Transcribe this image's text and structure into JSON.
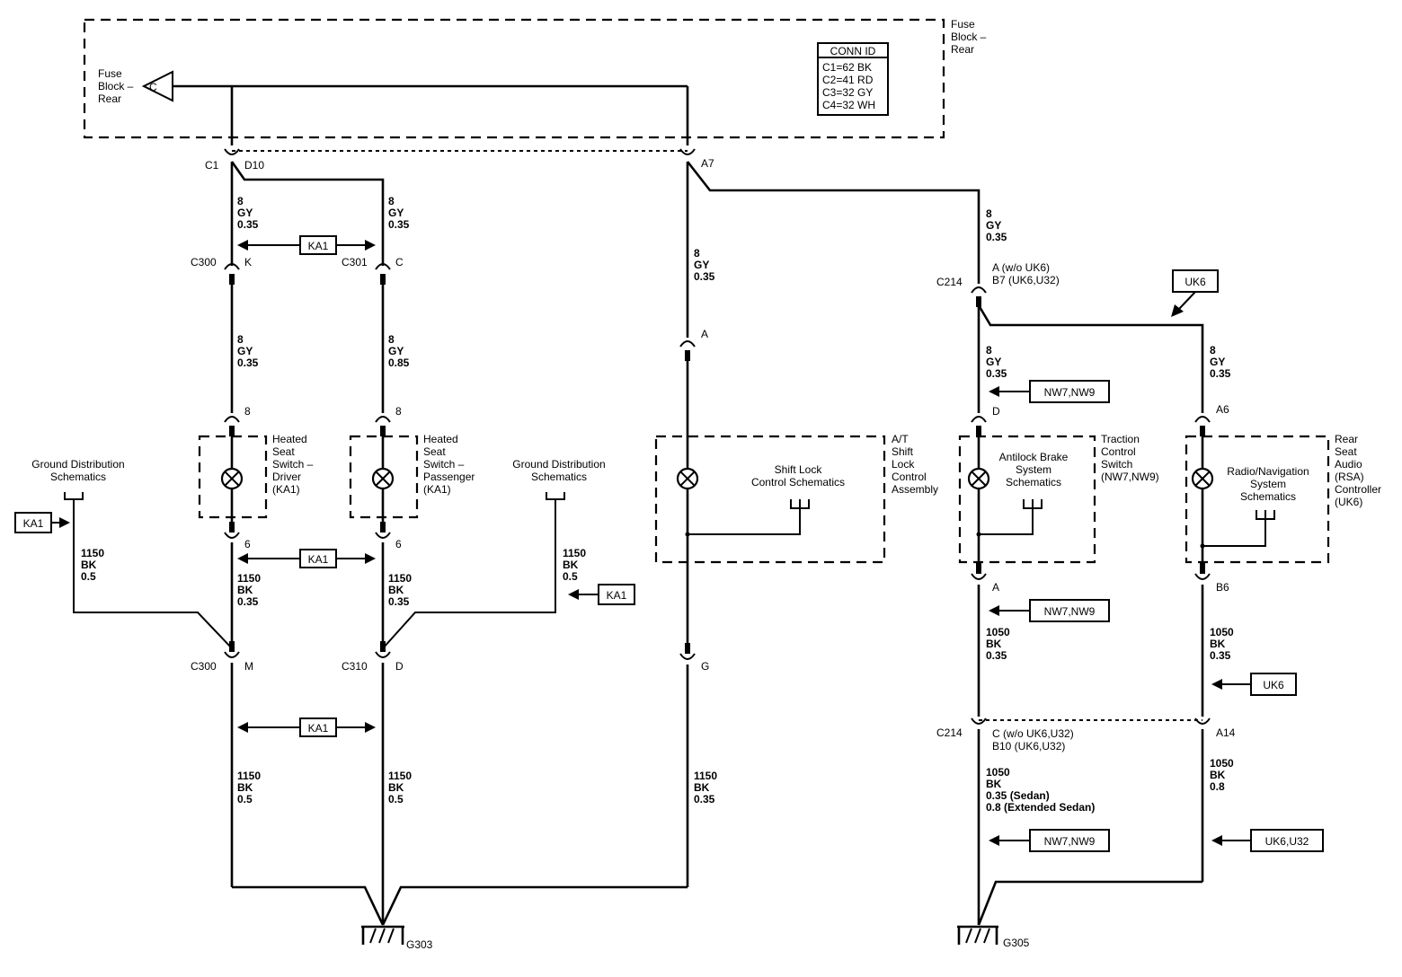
{
  "fuse_block": {
    "left_label": [
      "Fuse",
      "Block –",
      "Rear"
    ],
    "right_label": [
      "Fuse",
      "Block –",
      "Rear"
    ],
    "connector_letter": "C"
  },
  "conn_id": {
    "title": "CONN ID",
    "rows": [
      "C1=62 BK",
      "C2=41 RD",
      "C3=32 GY",
      "C4=32 WH"
    ]
  },
  "connectors": {
    "c1": "C1",
    "d10": "D10",
    "a7": "A7",
    "c300_top": "C300",
    "c300_top_pin": "K",
    "c301": "C301",
    "c301_pin": "C",
    "pin_a_shift": "A",
    "c214_top": "C214",
    "c214_top_pin": [
      "A (w/o UK6)",
      "B7 (UK6,U32)"
    ],
    "hs_driver_top_pin": "8",
    "hs_pass_top_pin": "8",
    "abs_top_pin": "D",
    "rsa_top_pin": "A6",
    "hs_driver_bottom_pin": "6",
    "hs_pass_bottom_pin": "6",
    "abs_bottom_pin": "A",
    "rsa_bottom_pin": "B6",
    "c300_bottom": "C300",
    "c300_bottom_pin": "M",
    "c310": "C310",
    "c310_pin": "D",
    "shift_bottom_pin": "G",
    "c214_bottom": "C214",
    "c214_bottom_pin": [
      "C (w/o UK6,U32)",
      "B10 (UK6,U32)"
    ],
    "a14": "A14",
    "g303": "G303",
    "g305": "G305"
  },
  "wires": {
    "w_driver_1": [
      "8",
      "GY",
      "0.35"
    ],
    "w_pass_1": [
      "8",
      "GY",
      "0.35"
    ],
    "w_driver_2": [
      "8",
      "GY",
      "0.35"
    ],
    "w_pass_2": [
      "8",
      "GY",
      "0.85"
    ],
    "w_shift_1": [
      "8",
      "GY",
      "0.35"
    ],
    "w_c214_top": [
      "8",
      "GY",
      "0.35"
    ],
    "w_abs_1": [
      "8",
      "GY",
      "0.35"
    ],
    "w_rsa_1": [
      "8",
      "GY",
      "0.35"
    ],
    "w_ground_left": [
      "1150",
      "BK",
      "0.5"
    ],
    "w_driver_3": [
      "1150",
      "BK",
      "0.35"
    ],
    "w_pass_3": [
      "1150",
      "BK",
      "0.35"
    ],
    "w_ground_right": [
      "1150",
      "BK",
      "0.5"
    ],
    "w_abs_2": [
      "1050",
      "BK",
      "0.35"
    ],
    "w_rsa_2": [
      "1050",
      "BK",
      "0.35"
    ],
    "w_driver_4": [
      "1150",
      "BK",
      "0.5"
    ],
    "w_pass_4": [
      "1150",
      "BK",
      "0.5"
    ],
    "w_shift_2": [
      "1150",
      "BK",
      "0.35"
    ],
    "w_abs_3": [
      "1050",
      "BK",
      "0.35 (Sedan)",
      "0.8 (Extended Sedan)"
    ],
    "w_rsa_3": [
      "1050",
      "BK",
      "0.8"
    ]
  },
  "components": {
    "hs_driver": [
      "Heated",
      "Seat",
      "Switch –",
      "Driver",
      "(KA1)"
    ],
    "hs_pass": [
      "Heated",
      "Seat",
      "Switch –",
      "Passenger",
      "(KA1)"
    ],
    "shift_lock_inner": [
      "Shift Lock",
      "Control Schematics"
    ],
    "shift_lock_name": [
      "A/T",
      "Shift",
      "Lock",
      "Control",
      "Assembly"
    ],
    "abs_inner": [
      "Antilock Brake",
      "System",
      "Schematics"
    ],
    "abs_name": [
      "Traction",
      "Control",
      "Switch",
      "(NW7,NW9)"
    ],
    "rsa_inner": [
      "Radio/Navigation",
      "System",
      "Schematics"
    ],
    "rsa_name": [
      "Rear",
      "Seat",
      "Audio",
      "(RSA)",
      "Controller",
      "(UK6)"
    ],
    "ground_dist_left": [
      "Ground Distribution",
      "Schematics"
    ],
    "ground_dist_right": [
      "Ground Distribution",
      "Schematics"
    ]
  },
  "option_tags": {
    "ka1_top": "KA1",
    "ka1_mid": "KA1",
    "ka1_bottom": "KA1",
    "ka1_left": "KA1",
    "ka1_right": "KA1",
    "uk6_top": "UK6",
    "uk6_mid": "UK6",
    "nw_top": "NW7,NW9",
    "nw_mid": "NW7,NW9",
    "nw_bottom": "NW7,NW9",
    "uk6u32_bottom": "UK6,U32"
  }
}
